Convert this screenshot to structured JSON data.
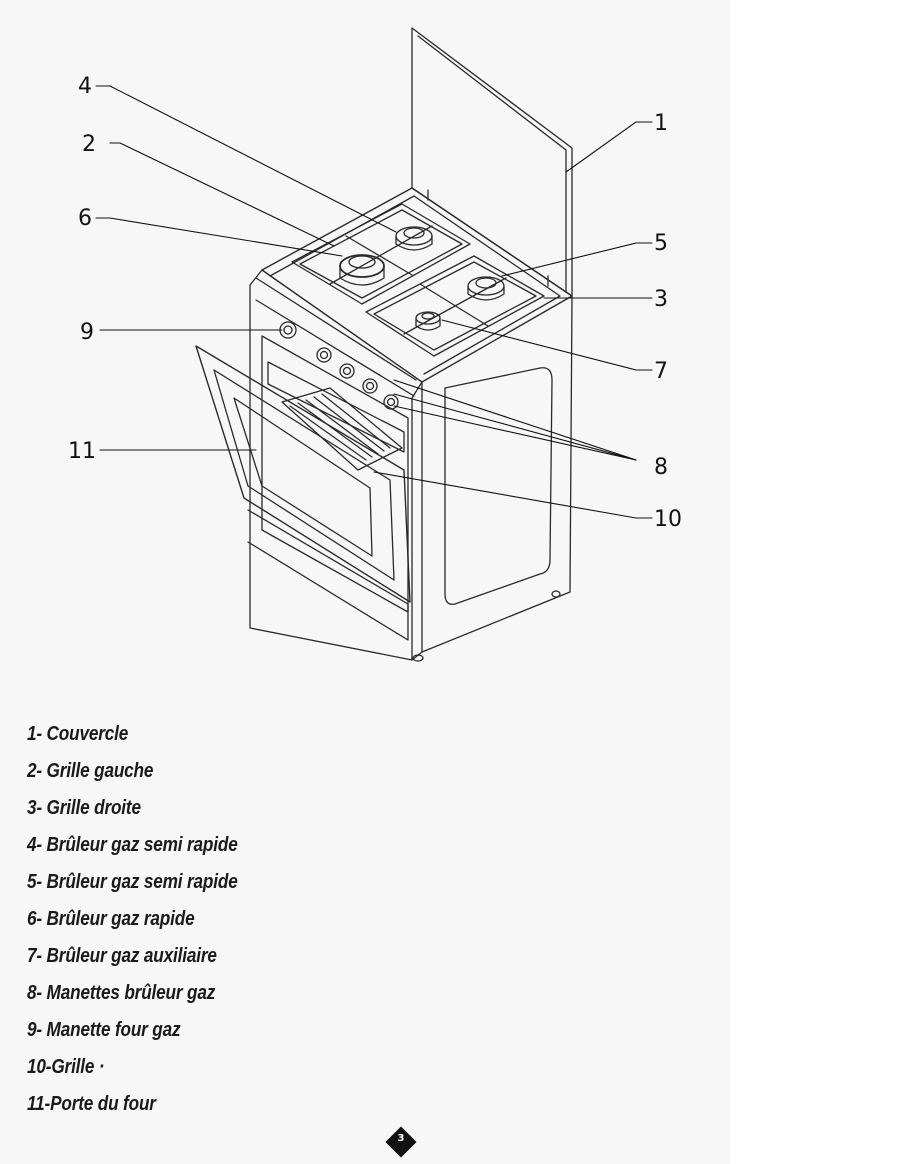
{
  "callouts": [
    "1",
    "2",
    "3",
    "4",
    "5",
    "6",
    "7",
    "8",
    "9",
    "10",
    "11"
  ],
  "legend": [
    "1- Couvercle",
    "2- Grille gauche",
    "3- Grille droite",
    "4- Brûleur gaz semi rapide",
    "5- Brûleur gaz semi rapide",
    "6- Brûleur gaz rapide",
    "7- Brûleur gaz auxiliaire",
    "8- Manettes brûleur gaz",
    "9- Manette four gaz",
    "10-Grille ·",
    "11-Porte du four"
  ],
  "page_number": "3"
}
